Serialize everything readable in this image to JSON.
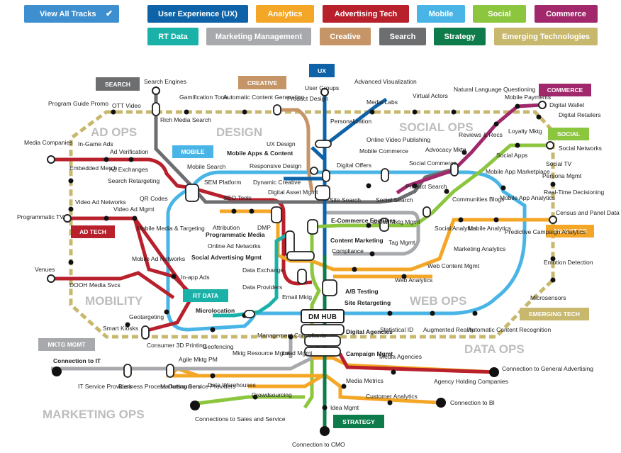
{
  "filters": {
    "view_all": "View All Tracks",
    "tracks": [
      {
        "id": "ux",
        "label": "User Experience (UX)",
        "color": "#0e63a8"
      },
      {
        "id": "analytics",
        "label": "Analytics",
        "color": "#f4a626"
      },
      {
        "id": "adtech",
        "label": "Advertising Tech",
        "color": "#b8202c"
      },
      {
        "id": "mobile",
        "label": "Mobile",
        "color": "#49b5e6"
      },
      {
        "id": "social",
        "label": "Social",
        "color": "#8cc63f"
      },
      {
        "id": "commerce",
        "label": "Commerce",
        "color": "#a1286b"
      },
      {
        "id": "rtdata",
        "label": "RT Data",
        "color": "#1ab1a8"
      },
      {
        "id": "mktgmgmt",
        "label": "Marketing Management",
        "color": "#a7a9ac"
      },
      {
        "id": "creative",
        "label": "Creative",
        "color": "#c69567"
      },
      {
        "id": "search",
        "label": "Search",
        "color": "#6d6e70"
      },
      {
        "id": "strategy",
        "label": "Strategy",
        "color": "#0e7b4a"
      },
      {
        "id": "emerging",
        "label": "Emerging Technologies",
        "color": "#c8b86e"
      }
    ]
  },
  "map": {
    "zones": {
      "ad_ops": "AD OPS",
      "design": "DESIGN",
      "social_ops": "SOCIAL OPS",
      "mobility": "MOBILITY",
      "web_ops": "WEB OPS",
      "data_ops": "DATA OPS",
      "marketing_ops": "MARKETING OPS"
    },
    "hub": "DM HUB",
    "tags": {
      "search": "SEARCH",
      "creative": "CREATIVE",
      "ux": "UX",
      "commerce": "COMMERCE",
      "social": "SOCIAL",
      "mobile": "MOBILE",
      "ad_tech": "AD TECH",
      "analytics": "ANALYTICS",
      "rt_data": "RT DATA",
      "emerging_tech": "EMERGING TECH",
      "mktg_mgmt": "MKTG MGMT",
      "strategy": "STRATEGY"
    },
    "stations": {
      "search_engines": "Search Engines",
      "program_guide_promo": "Program Guide Promo",
      "ott_video": "OTT Video",
      "gamification_tools": "Gamification Tools",
      "automatic_content_generation": "Automatic Content Generation",
      "product_design": "Product Design",
      "user_groups": "User Groups",
      "advanced_visualization": "Advanced Visualization",
      "media_labs": "Media Labs",
      "virtual_actors": "Virtual Actors",
      "natural_language_questioning": "Natural Language Questioning",
      "mobile_payments": "Mobile Payments",
      "digital_wallet": "Digital Wallet",
      "digital_retailers": "Digital Retailers",
      "rich_media_search": "Rich Media Search",
      "personalization": "Personalization",
      "online_video_publishing": "Online Video Publishing",
      "loyalty_mktg": "Loyalty Mktg",
      "reviews_recs": "Reviews & Recs",
      "advocacy_mktg": "Advocacy Mktg",
      "social_networks": "Social Networks",
      "social_tv": "Social TV",
      "social_apps": "Social Apps",
      "persona_mgmt": "Persona Mgmt",
      "media_companies": "Media Companies",
      "in_game_ads": "In-Game Ads",
      "ad_verification": "Ad Verification",
      "embedded_merch": "Embedded Merch",
      "ad_exchanges": "Ad Exchanges",
      "ux_design": "UX Design",
      "mobile_apps_content": "Mobile Apps & Content",
      "mobile_commerce": "Mobile Commerce",
      "responsive_design": "Responsive Design",
      "digital_offers": "Digital Offers",
      "social_commerce": "Social Commerce",
      "mobile_app_marketplace": "Mobile App Marketplace",
      "mobile_search": "Mobile Search",
      "search_retargeting": "Search Retargeting",
      "sem_platform": "SEM Platform",
      "dynamic_creative": "Dynamic Creative",
      "digital_asset_mgmt": "Digital Asset Mgmt",
      "product_search": "Product Search",
      "real_time_decisioning": "Real-Time Decisioning",
      "qr_codes": "QR Codes",
      "seo_tools": "SEO Tools",
      "site_search": "Site Search",
      "social_search": "Social Search",
      "communities_blogs": "Communities Blogs",
      "mobile_app_analytics": "Mobile App Analytics",
      "census_panel_data": "Census and Panel Data",
      "video_ad_networks": "Video Ad Networks",
      "video_ad_mgmt": "Video Ad Mgmt",
      "programmatic_tv": "Programmatic TV",
      "attribution": "Attribution",
      "dmp": "DMP",
      "programmatic_media": "Programmatic Media",
      "ecommerce_enablers": "E-Commerce Enablers",
      "social_mktg_mgmt": "Social Mktg Mgmt",
      "social_analytics": "Social Analytics",
      "mobile_analytics": "Mobile Analytics",
      "predictive_campaign_analytics": "Predictive Campaign Analytics",
      "mobile_media_targeting": "Mobile Media & Targeting",
      "online_ad_networks": "Online Ad Networks",
      "content_marketing": "Content Marketing",
      "tag_mgmt": "Tag Mgmt",
      "marketing_analytics": "Marketing Analytics",
      "compliance": "Compliance",
      "social_advertising_mgmt": "Social Advertising Mgmt",
      "mobile_ad_networks": "Mobile Ad Networks",
      "web_content_mgmt": "Web Content Mgmt",
      "emotion_detection": "Emotion Detection",
      "venues": "Venues",
      "dooh_media_svcs": "DOOH Media Svcs",
      "in_app_ads": "In-app Ads",
      "data_exchange": "Data Exchange",
      "data_providers": "Data Providers",
      "web_analytics": "Web Analytics",
      "email_mktg": "Email Mktg",
      "ab_testing": "A/B Testing",
      "site_retargeting": "Site Retargeting",
      "microsensors": "Microsensors",
      "microlocation": "Microlocation",
      "geotargeting": "Geotargeting",
      "smart_kiosks": "Smart Kiosks",
      "statistical_id": "Statistical ID",
      "augmented_reality": "Augmented Reality",
      "automatic_content_recognition": "Automatic Content Recognition",
      "consumer_3d_printing": "Consumer 3D Printing",
      "management_consultants": "Management Consultants",
      "digital_agencies": "Digital Agencies",
      "geofencing": "Geofencing",
      "connection_to_it": "Connection to IT",
      "agile_mktg_pm": "Agile Mktg PM",
      "mktg_resource_mgmt": "Mktg Resource Mgmt",
      "lead_mgmt": "Lead Mgmt",
      "campaign_mgmt": "Campaign Mgmt",
      "media_agencies": "Media Agencies",
      "connection_to_general_advertising": "Connection to General Advertising",
      "it_service_providers": "IT Service Providers",
      "business_process_outsourcers": "Business Process Outsourcers",
      "marketing_service_providers": "Marketing Service Providers",
      "data_warehouses": "Data Warehouses",
      "crowdsourcing": "Crowdsourcing",
      "media_metrics": "Media Metrics",
      "agency_holding_companies": "Agency Holding Companies",
      "customer_analytics": "Customer Analytics",
      "connection_to_bi": "Connection to BI",
      "connections_to_sales_service": "Connections to Sales and Service",
      "idea_mgmt": "Idea Mgmt",
      "connection_to_cmo": "Connection to CMO"
    }
  }
}
